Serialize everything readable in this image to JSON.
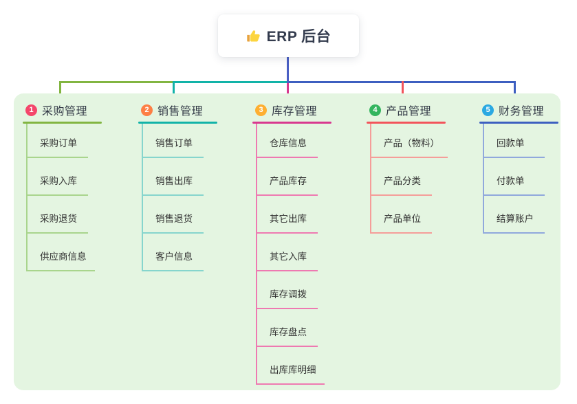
{
  "root": {
    "icon": "thumbs-up-icon",
    "label": "ERP 后台"
  },
  "colors": {
    "trunk": "#4a5fc4",
    "panel_bg": "#e4f5e1",
    "card_bg": "#ffffff",
    "root_text": "#333b4d",
    "item_text": "#333333"
  },
  "branches": [
    {
      "number": "1",
      "title": "采购管理",
      "badge_color": "#f4466b",
      "line_color": "#82b541",
      "child_line_color": "#a9d58d",
      "items": [
        "采购订单",
        "采购入库",
        "采购退货",
        "供应商信息"
      ]
    },
    {
      "number": "2",
      "title": "销售管理",
      "badge_color": "#fd7f45",
      "line_color": "#12b3a8",
      "child_line_color": "#86d5cd",
      "items": [
        "销售订单",
        "销售出库",
        "销售退货",
        "客户信息"
      ]
    },
    {
      "number": "3",
      "title": "库存管理",
      "badge_color": "#feaf31",
      "line_color": "#d8388f",
      "child_line_color": "#ee79b1",
      "items": [
        "仓库信息",
        "产品库存",
        "其它出库",
        "其它入库",
        "库存调拨",
        "库存盘点",
        "出库库明细"
      ]
    },
    {
      "number": "4",
      "title": "产品管理",
      "badge_color": "#33b55e",
      "line_color": "#f2545b",
      "child_line_color": "#f59d99",
      "items": [
        "产品（物料）",
        "产品分类",
        "产品单位"
      ]
    },
    {
      "number": "5",
      "title": "财务管理",
      "badge_color": "#2ba9e2",
      "line_color": "#3d5fc0",
      "child_line_color": "#90a8dc",
      "items": [
        "回款单",
        "付款单",
        "结算账户"
      ]
    }
  ]
}
